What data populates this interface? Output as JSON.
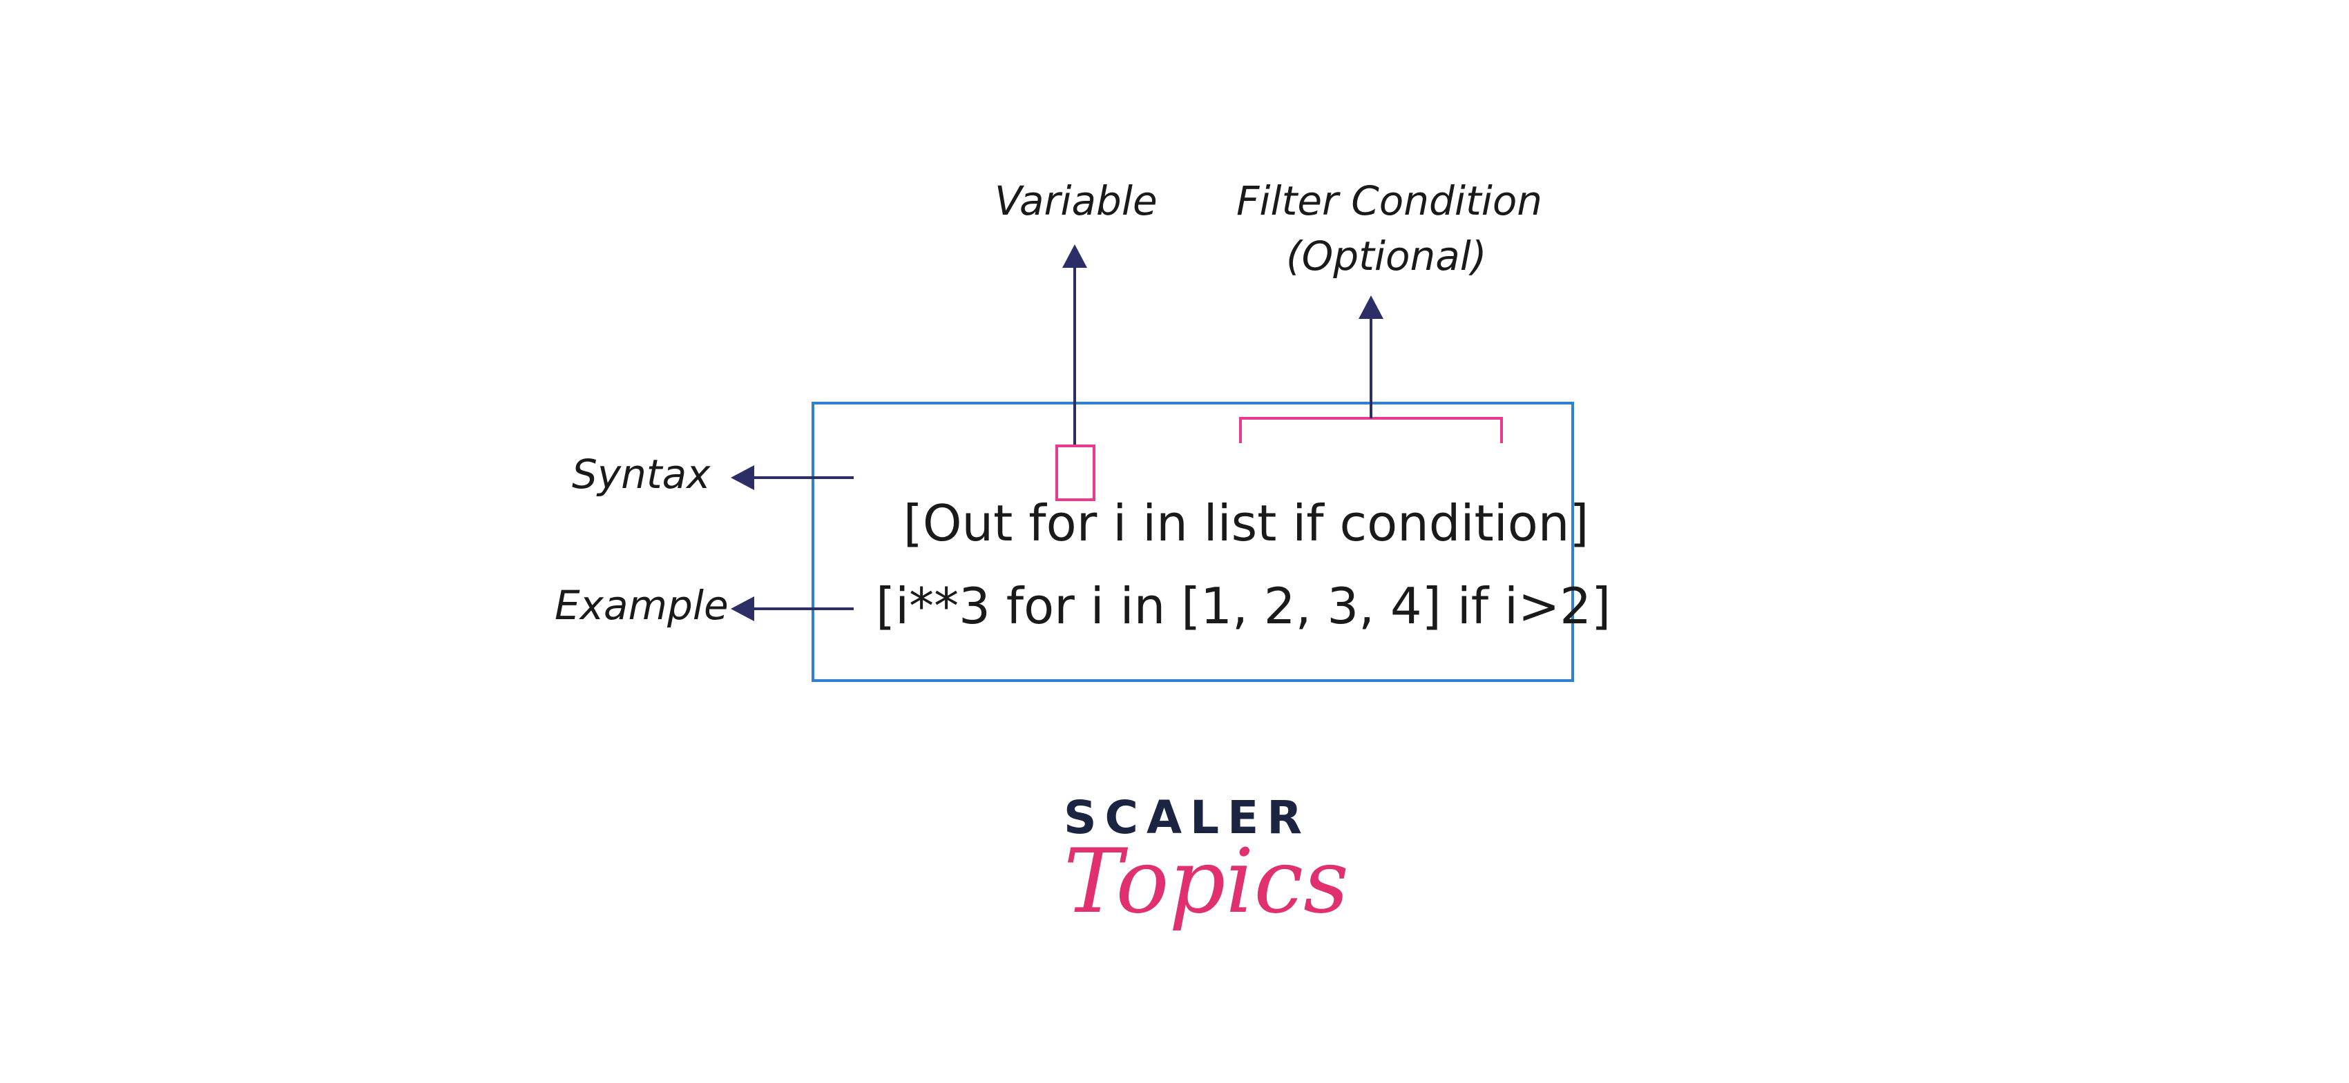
{
  "annotations": {
    "variable": "Variable",
    "filter_line1": "Filter Condition",
    "filter_line2": "(Optional)",
    "syntax": "Syntax",
    "example": "Example"
  },
  "code": {
    "syntax": {
      "before_var": "[Out for ",
      "var": "i",
      "after_var": " in list if condition]"
    },
    "example": "[i**3 for i in [1, 2, 3, 4] if i>2]"
  },
  "logo": {
    "top": "SCALER",
    "bottom": "Topics"
  },
  "colors": {
    "arrow": "#2c2f66",
    "box_border": "#2f7fd3",
    "highlight": "#e63b8f",
    "brand_dark": "#1b2440",
    "brand_pink": "#e0306f"
  }
}
